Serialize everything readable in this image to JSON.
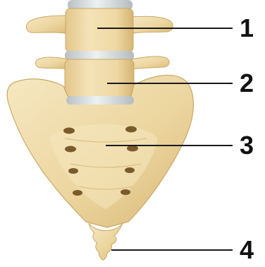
{
  "labels": [
    {
      "id": "1",
      "text": "1"
    },
    {
      "id": "2",
      "text": "2"
    },
    {
      "id": "3",
      "text": "3"
    },
    {
      "id": "4",
      "text": "4"
    }
  ],
  "colors": {
    "bone_light": "#f3e2b4",
    "bone_mid": "#e8cf94",
    "bone_shadow": "#c9a866",
    "disc": "#d3d9dc",
    "foramen": "#7a5b2c",
    "leader": "#1a1a1a"
  }
}
